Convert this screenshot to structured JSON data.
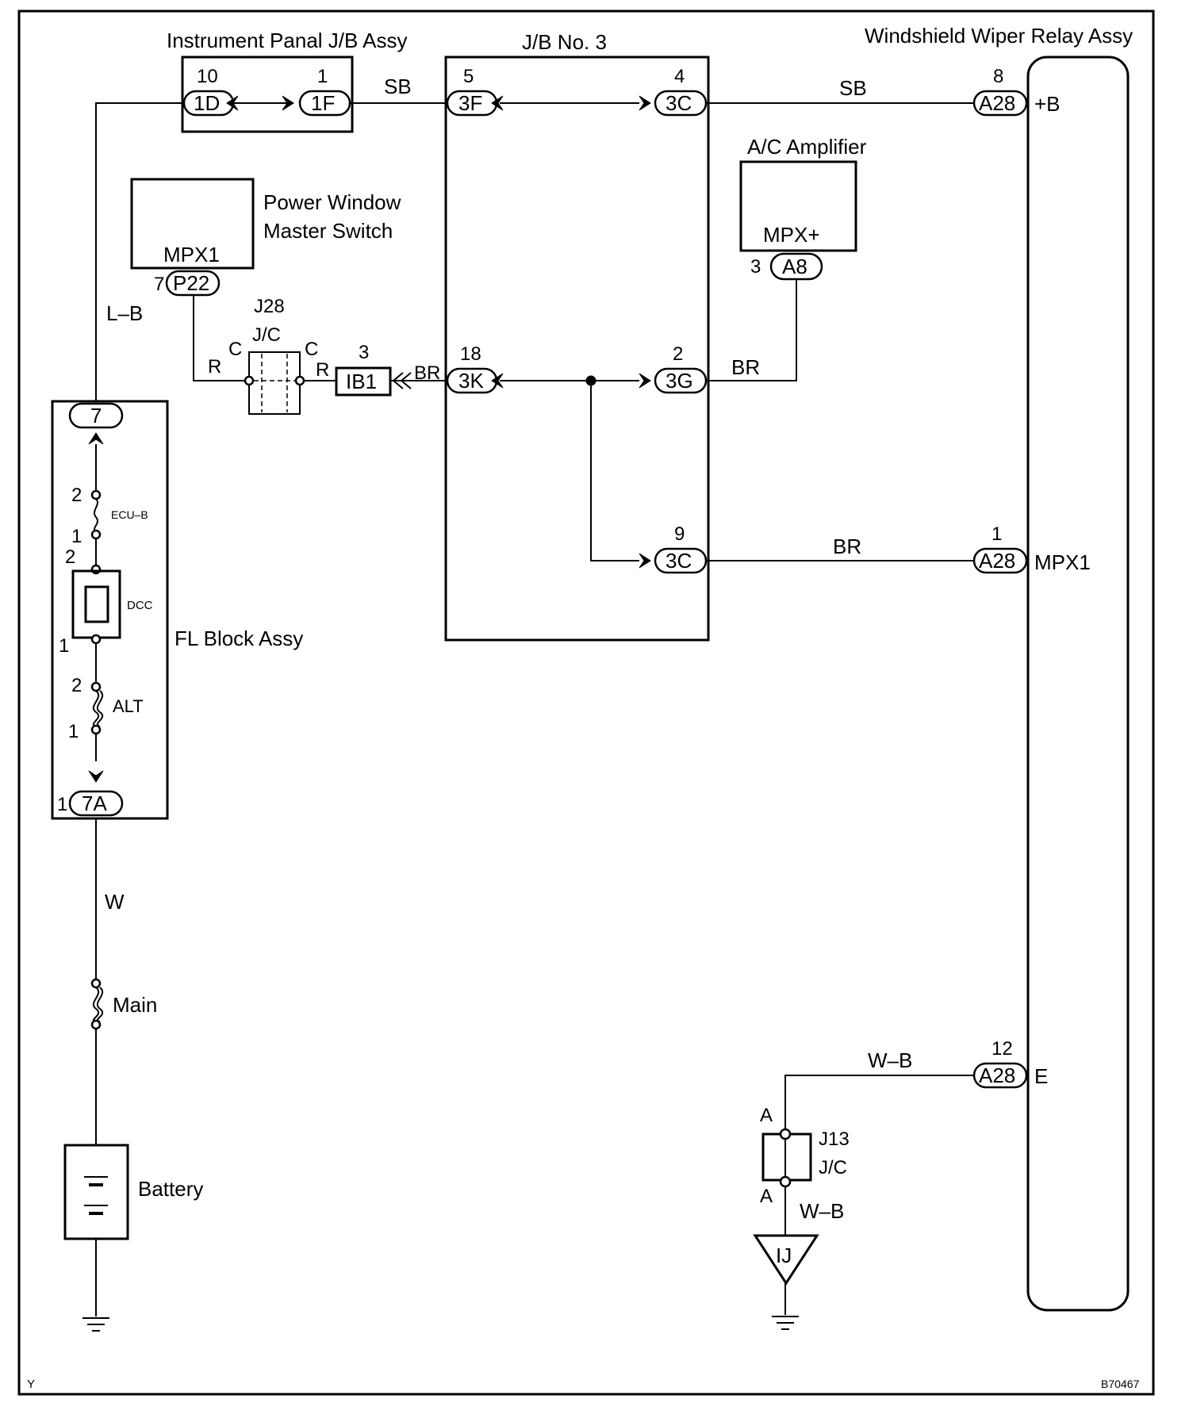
{
  "components": {
    "instrument_panel_jb": "Instrument Panal J/B Assy",
    "jb_no3": "J/B No. 3",
    "wiper_relay": "Windshield Wiper Relay Assy",
    "ac_amplifier": "A/C Amplifier",
    "power_window_line1": "Power Window",
    "power_window_line2": "Master Switch",
    "fl_block": "FL Block Assy",
    "battery": "Battery",
    "j28": "J28",
    "j28_type": "J/C",
    "j13": "J13",
    "j13_type": "J/C"
  },
  "connectors": {
    "ip_1d": {
      "code": "1D",
      "pin": "10"
    },
    "ip_1f": {
      "code": "1F",
      "pin": "1"
    },
    "jb_3f": {
      "code": "3F",
      "pin": "5"
    },
    "jb_3c_top": {
      "code": "3C",
      "pin": "4"
    },
    "jb_3k": {
      "code": "3K",
      "pin": "18"
    },
    "jb_3g": {
      "code": "3G",
      "pin": "2"
    },
    "jb_3c_low": {
      "code": "3C",
      "pin": "9"
    },
    "relay_b": {
      "code": "A28",
      "pin": "8",
      "terminal": "+B"
    },
    "relay_mpx1": {
      "code": "A28",
      "pin": "1",
      "terminal": "MPX1"
    },
    "relay_e": {
      "code": "A28",
      "pin": "12",
      "terminal": "E"
    },
    "ac_a8": {
      "code": "A8",
      "pin": "3",
      "terminal": "MPX+"
    },
    "pw_p22": {
      "code": "P22",
      "pin": "7",
      "terminal": "MPX1"
    },
    "ib1": {
      "code": "IB1",
      "pin": "3"
    },
    "fl_7": {
      "code": "7"
    },
    "fl_7a": {
      "code": "7A",
      "pin": "1"
    },
    "ground_ij": {
      "code": "IJ"
    }
  },
  "wires": {
    "sb_1": "SB",
    "sb_2": "SB",
    "lb": "L–B",
    "r_1": "R",
    "r_2": "R",
    "br_1": "BR",
    "br_2": "BR",
    "br_3": "BR",
    "w": "W",
    "wb_1": "W–B",
    "wb_2": "W–B"
  },
  "fuses": {
    "ecu_b": {
      "name": "ECU–B",
      "pin_top": "2",
      "pin_bottom": "1"
    },
    "dcc": {
      "name": "DCC",
      "pin_top": "2",
      "pin_bottom": "1"
    },
    "alt": {
      "name": "ALT",
      "pin_top": "2",
      "pin_bottom": "1"
    },
    "main": {
      "name": "Main"
    }
  },
  "junction_pins": {
    "j28_c_left": "C",
    "j28_c_right": "C",
    "j13_a_top": "A",
    "j13_a_bottom": "A"
  },
  "footer": {
    "corner_left": "Y",
    "drawing_code": "B70467"
  }
}
